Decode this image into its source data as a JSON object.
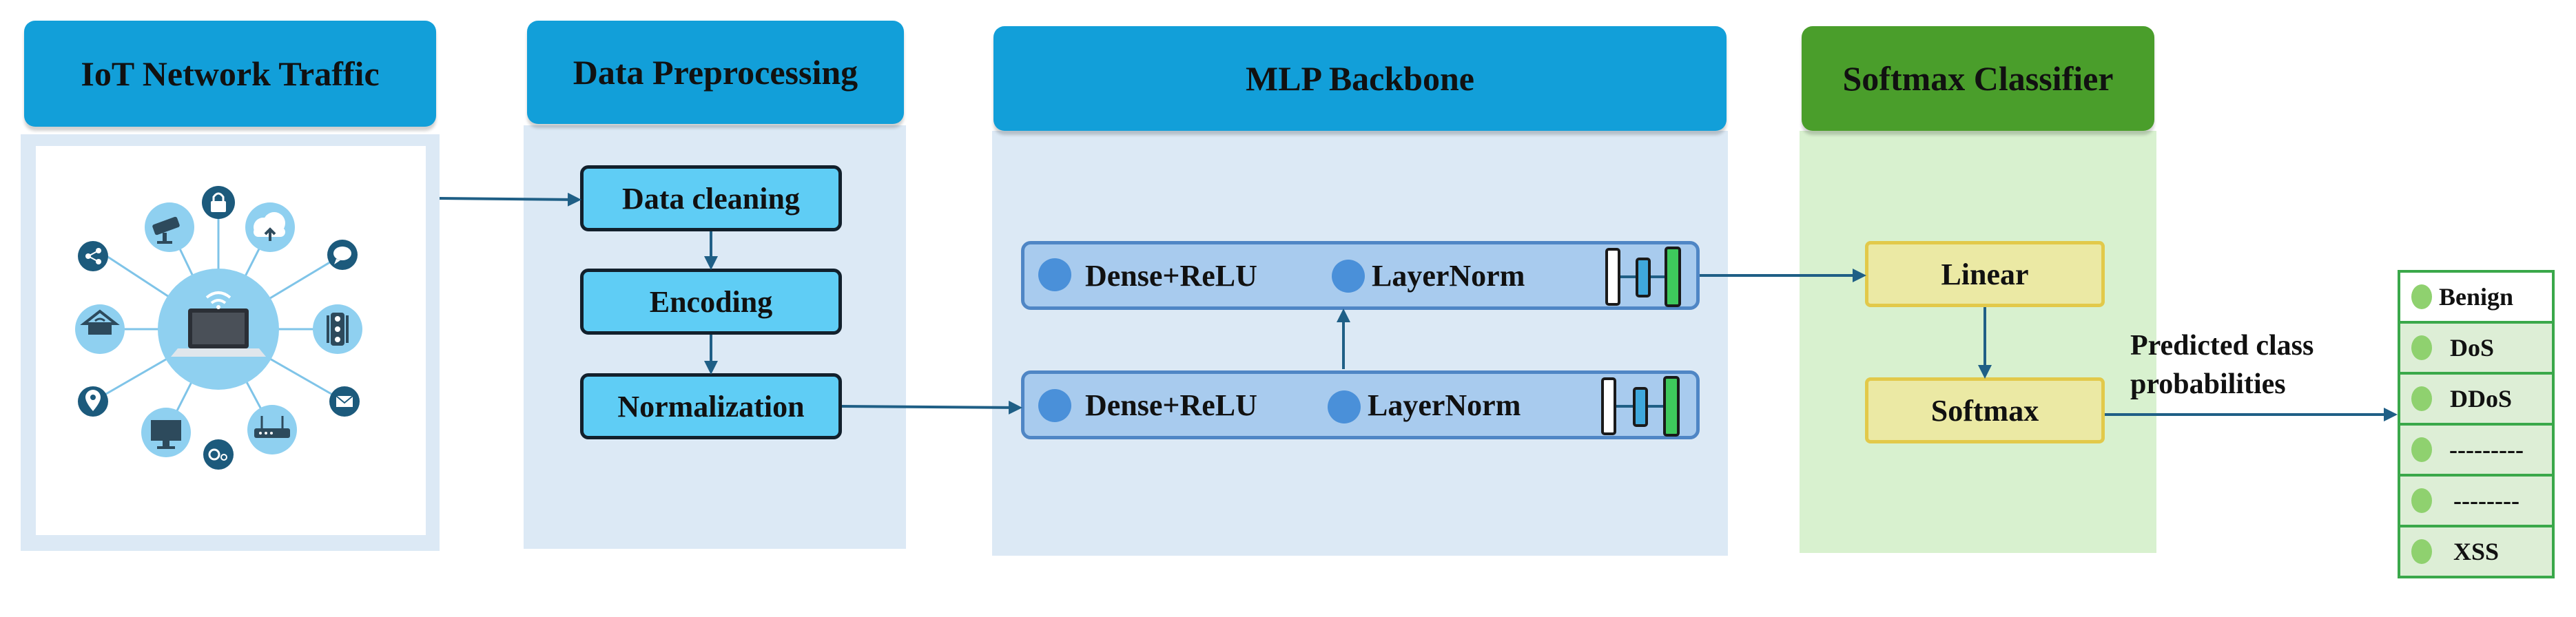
{
  "panels": {
    "iot": {
      "title": "IoT Network Traffic",
      "icons": [
        "laptop-wifi-icon",
        "cctv-icon",
        "lock-icon",
        "cloud-upload-icon",
        "chat-icon",
        "share-icon",
        "router-icon",
        "traffic-light-icon",
        "location-pin-icon",
        "monitor-icon",
        "gears-icon",
        "modem-icon",
        "mail-icon"
      ]
    },
    "preprocessing": {
      "title": "Data Preprocessing",
      "steps": [
        "Data cleaning",
        "Encoding",
        "Normalization"
      ]
    },
    "mlp": {
      "title": "MLP Backbone",
      "rows": [
        {
          "dense": "Dense+ReLU",
          "norm": "LayerNorm"
        },
        {
          "dense": "Dense+ReLU",
          "norm": "LayerNorm"
        }
      ]
    },
    "softmax": {
      "title": "Softmax Classifier",
      "linear": "Linear",
      "softmax": "Softmax"
    }
  },
  "output": {
    "annotation_line1": "Predicted class",
    "annotation_line2": "probabilities",
    "classes": [
      "Benign",
      "DoS",
      "DDoS",
      "---------",
      "--------",
      "XSS"
    ]
  },
  "colors": {
    "header_blue": "#129fd9",
    "header_green": "#4a9e2b",
    "arrow": "#1f5f86",
    "step_fill": "#5fcdf5",
    "output_border": "#3aa84a"
  }
}
